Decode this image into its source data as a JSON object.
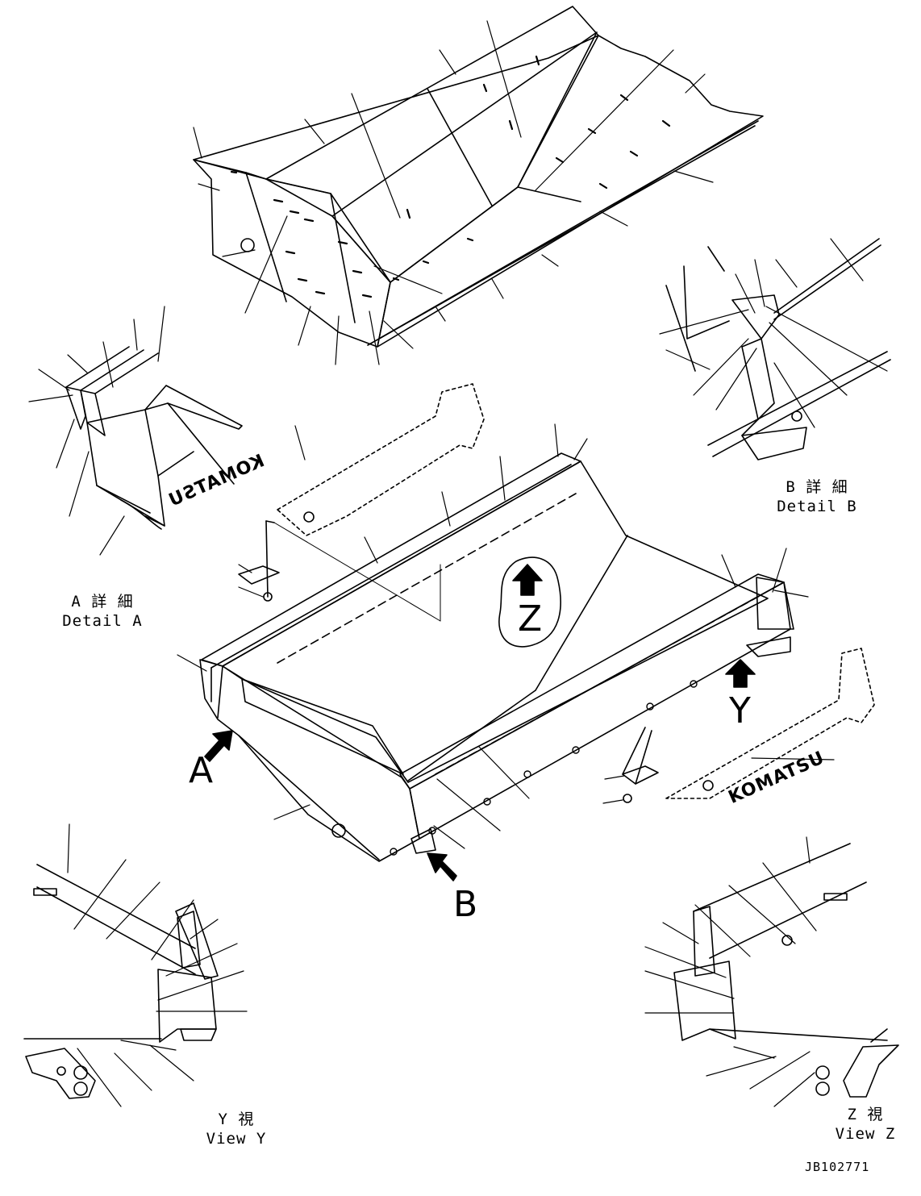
{
  "detail_a": {
    "jp": "A 詳 細",
    "en": "Detail A"
  },
  "detail_b": {
    "jp": "B 詳 細",
    "en": "Detail B"
  },
  "view_y": {
    "jp": "Y 視",
    "en": "View Y"
  },
  "view_z": {
    "jp": "Z 視",
    "en": "View Z"
  },
  "arrows": {
    "a": "A",
    "b": "B",
    "y": "Y",
    "z": "Z"
  },
  "decals": {
    "left": "KOMATSU",
    "right": "KOMATSU"
  },
  "doc_number": "JB102771"
}
